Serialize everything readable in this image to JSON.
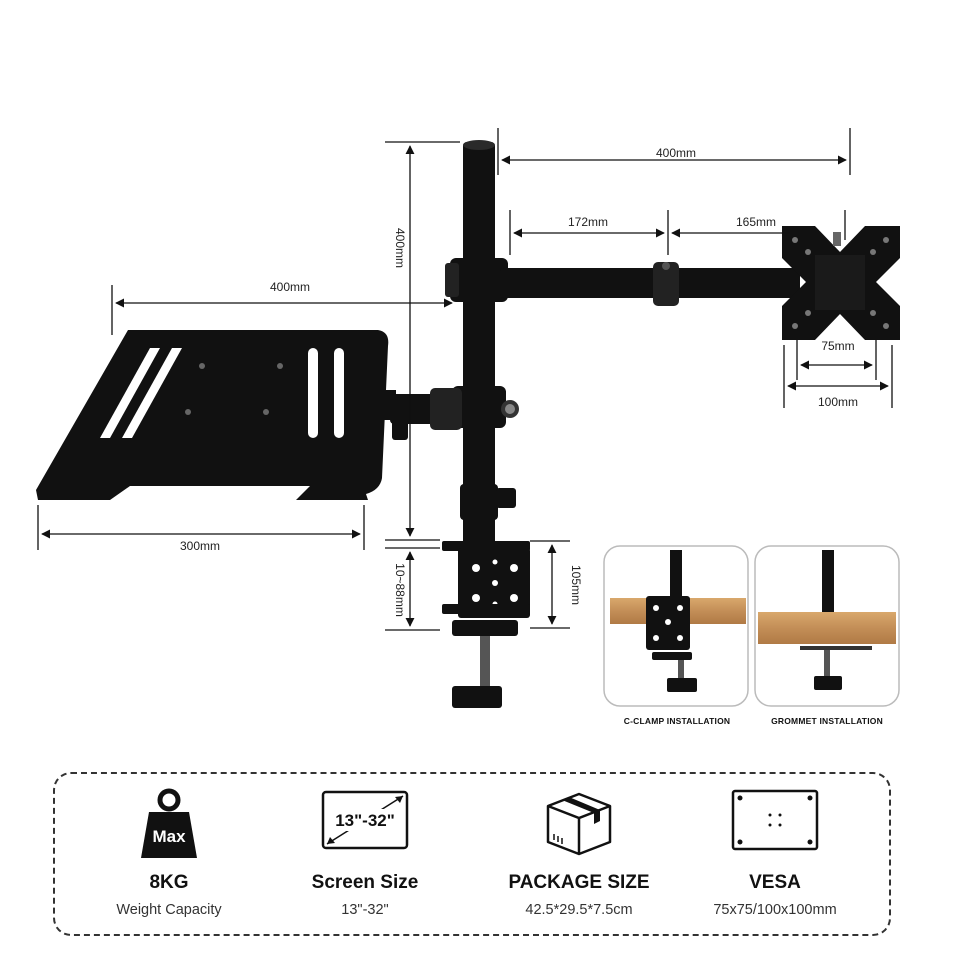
{
  "dimensions": {
    "arm_width": "400mm",
    "arm_segment_1": "172mm",
    "arm_segment_2": "165mm",
    "pole_height": "400mm",
    "tray_arm": "400mm",
    "tray_width": "300mm",
    "vesa_small": "75mm",
    "vesa_large": "100mm",
    "clamp_range": "10~88mm",
    "clamp_height": "105mm"
  },
  "installation": {
    "c_clamp": "C-CLAMP INSTALLATION",
    "grommet": "GROMMET INSTALLATION"
  },
  "specs": [
    {
      "icon": "weight-icon",
      "badge": "Max",
      "title": "8KG",
      "sub": "Weight Capacity"
    },
    {
      "icon": "screen-size-icon",
      "badge": "13\"-32\"",
      "title": "Screen Size",
      "sub": "13\"-32\""
    },
    {
      "icon": "package-box-icon",
      "title": "PACKAGE SIZE",
      "sub": "42.5*29.5*7.5cm"
    },
    {
      "icon": "vesa-plate-icon",
      "title": "VESA",
      "sub": "75x75/100x100mm"
    }
  ],
  "colors": {
    "product": "#111111",
    "wood": "#c9965e",
    "border": "#333333"
  }
}
